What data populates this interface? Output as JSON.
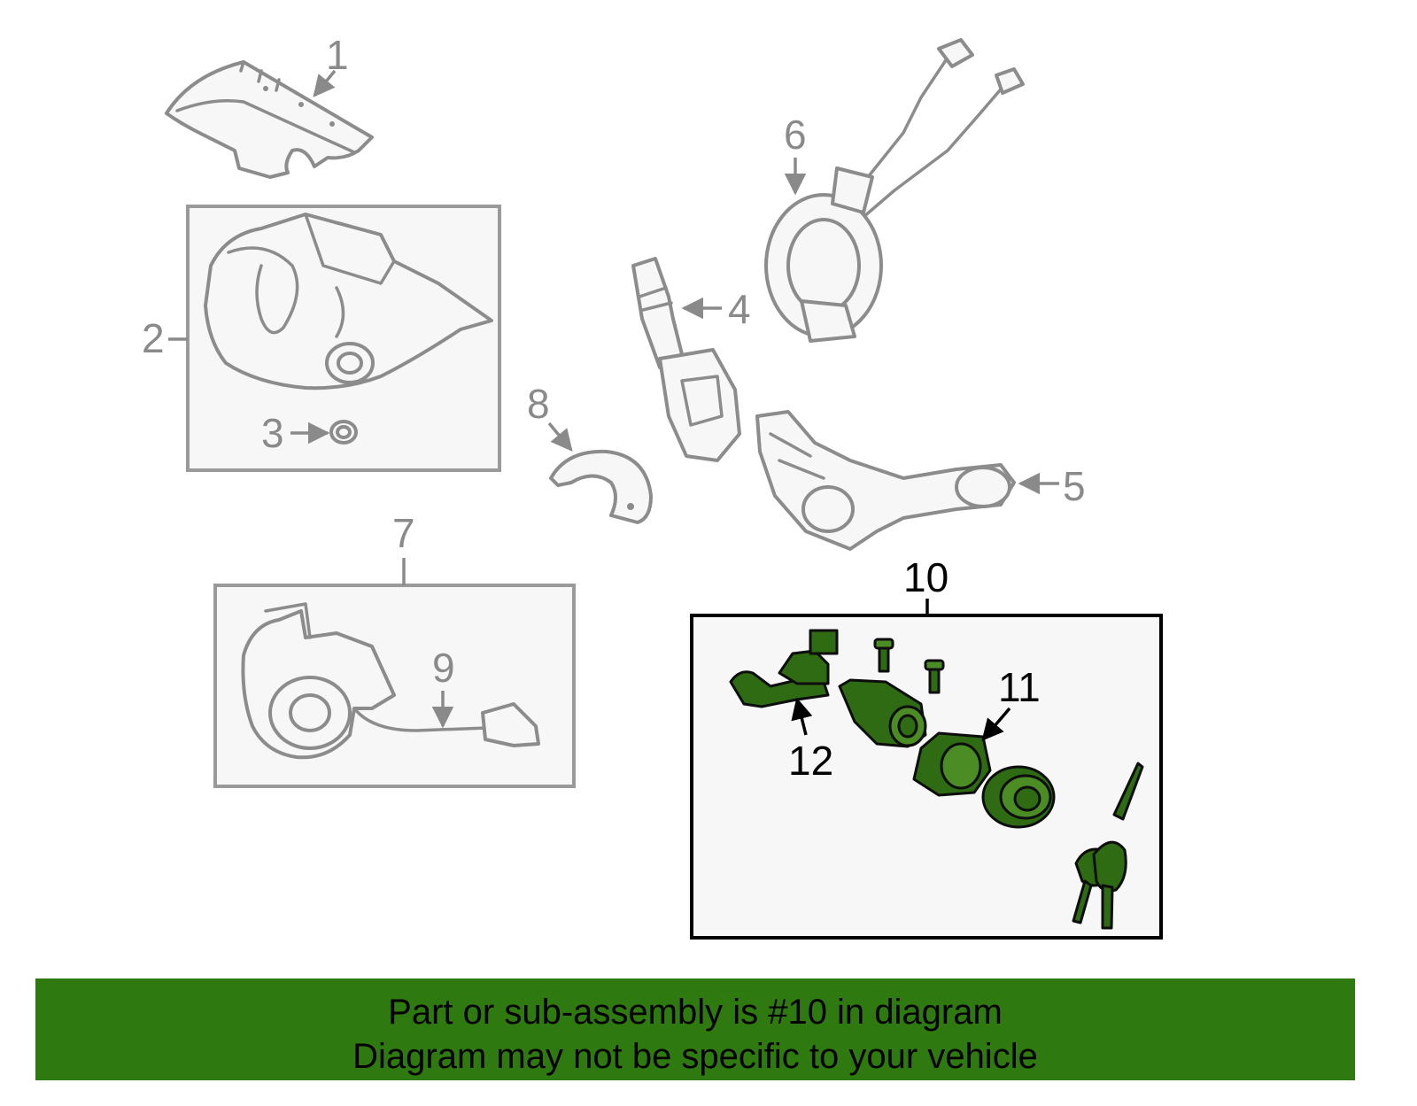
{
  "callouts": {
    "c1": "1",
    "c2": "2",
    "c3": "3",
    "c4": "4",
    "c5": "5",
    "c6": "6",
    "c7": "7",
    "c8": "8",
    "c9": "9",
    "c10": "10",
    "c11": "11",
    "c12": "12"
  },
  "footer": {
    "line1": "Part or sub-assembly is #10 in diagram",
    "line2": "Diagram may not be specific to your vehicle"
  },
  "colors": {
    "highlight_part": "#2e6b12",
    "footer_band": "#2f7a10",
    "ghost_part": "#8c8c8c"
  }
}
